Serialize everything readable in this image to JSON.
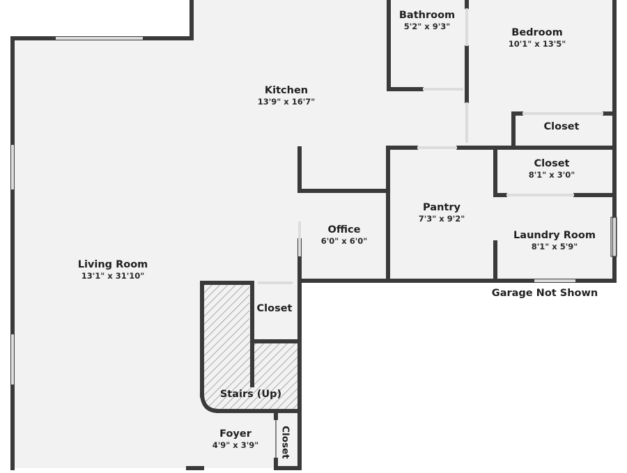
{
  "colors": {
    "wall": "#3a3a3a",
    "window": "#e6e6e6",
    "floor": "#f2f2f2",
    "hatch": "#7a7a7a"
  },
  "rooms": {
    "kitchen": {
      "name": "Kitchen",
      "dims": "13'9\" x 16'7\""
    },
    "bathroom": {
      "name": "Bathroom",
      "dims": "5'2\" x 9'3\""
    },
    "bedroom": {
      "name": "Bedroom",
      "dims": "10'1\" x 13'5\""
    },
    "closet_bedroom": {
      "name": "Closet"
    },
    "closet_upper": {
      "name": "Closet",
      "dims": "8'1\" x 3'0\""
    },
    "pantry": {
      "name": "Pantry",
      "dims": "7'3\" x 9'2\""
    },
    "laundry": {
      "name": "Laundry Room",
      "dims": "8'1\" x 5'9\""
    },
    "office": {
      "name": "Office",
      "dims": "6'0\" x 6'0\""
    },
    "living": {
      "name": "Living Room",
      "dims": "13'1\" x 31'10\""
    },
    "closet_stairs": {
      "name": "Closet"
    },
    "stairs": {
      "name": "Stairs (Up)"
    },
    "foyer": {
      "name": "Foyer",
      "dims": "4'9\" x 3'9\""
    },
    "closet_foyer": {
      "name": "Closet"
    }
  },
  "notes": {
    "garage": "Garage Not Shown"
  }
}
